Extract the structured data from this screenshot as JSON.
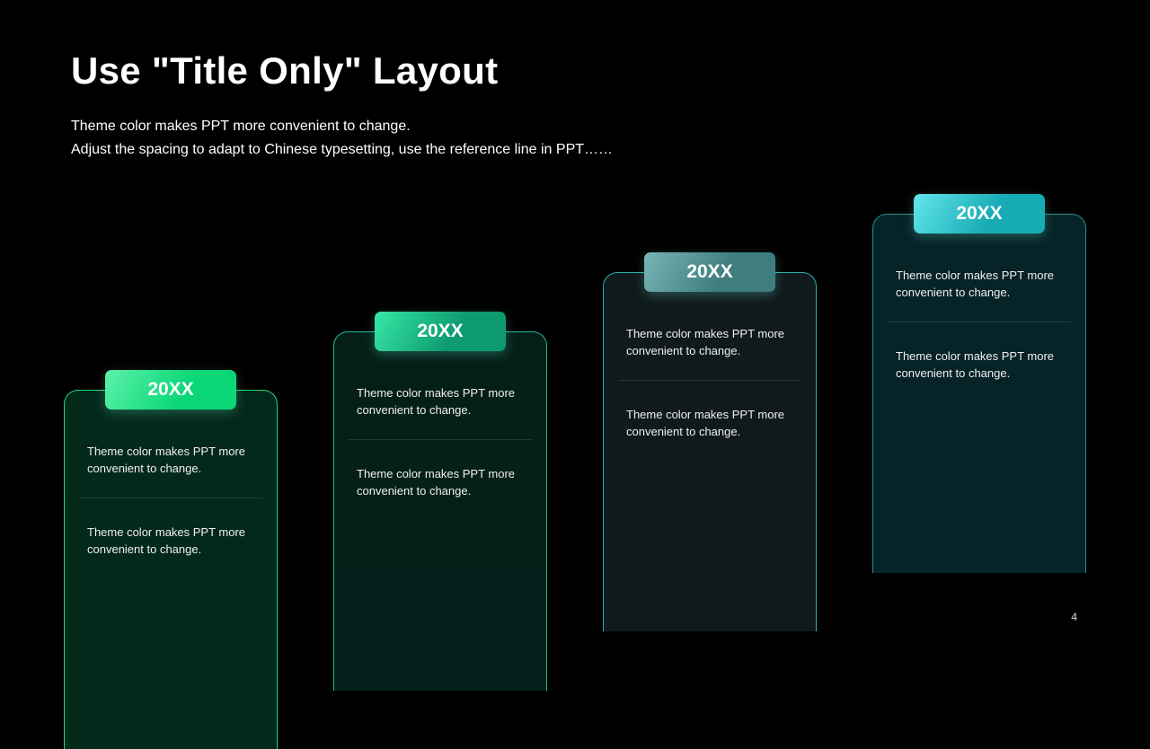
{
  "title": "Use \"Title Only\" Layout",
  "subtitle": [
    "Theme color makes PPT more convenient to change.",
    "Adjust the spacing to adapt to Chinese typesetting, use the reference line in PPT……"
  ],
  "cards": [
    {
      "label": "20XX",
      "paragraphs": [
        "Theme color makes PPT more convenient  to change.",
        "Theme color makes PPT more convenient  to change."
      ]
    },
    {
      "label": "20XX",
      "paragraphs": [
        "Theme color makes PPT more convenient  to change.",
        "Theme color makes PPT more convenient  to change."
      ]
    },
    {
      "label": "20XX",
      "paragraphs": [
        "Theme color makes PPT more convenient  to change.",
        "Theme color makes PPT more convenient  to change."
      ]
    },
    {
      "label": "20XX",
      "paragraphs": [
        "Theme color makes PPT more convenient  to change.",
        "Theme color makes PPT more convenient  to change."
      ]
    }
  ],
  "page_number": "4",
  "colors": {
    "card1": "#032a1a",
    "card2": "#041f18",
    "card3": "#10191c",
    "card4": "#062226"
  }
}
